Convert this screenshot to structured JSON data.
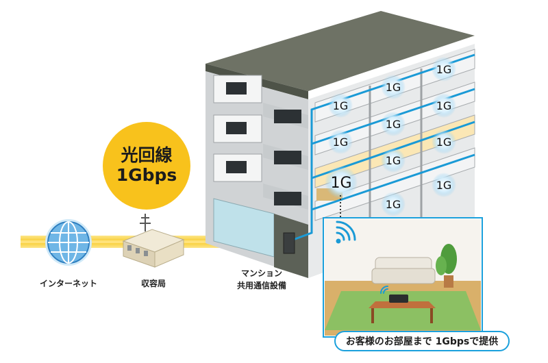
{
  "badge": {
    "line1": "光回線",
    "line2": "1Gbps"
  },
  "labels": {
    "internet": "インターネット",
    "station": "収容局",
    "equipment_line1": "マンション",
    "equipment_line2": "共用通信設備"
  },
  "apartment_speed_label": "1G",
  "caption": "お客様のお部屋まで 1Gbpsで提供",
  "colors": {
    "fiber": "#f6c514",
    "lan": "#1a9ad6",
    "badge": "#f8c21c",
    "wall": "#eef0f1",
    "roof": "#6b6f63",
    "floor_green": "#8cc063"
  },
  "icons": [
    "globe-icon",
    "exchange-building-icon",
    "wifi-icon",
    "router-icon",
    "plant-icon",
    "sofa-icon",
    "table-icon"
  ]
}
